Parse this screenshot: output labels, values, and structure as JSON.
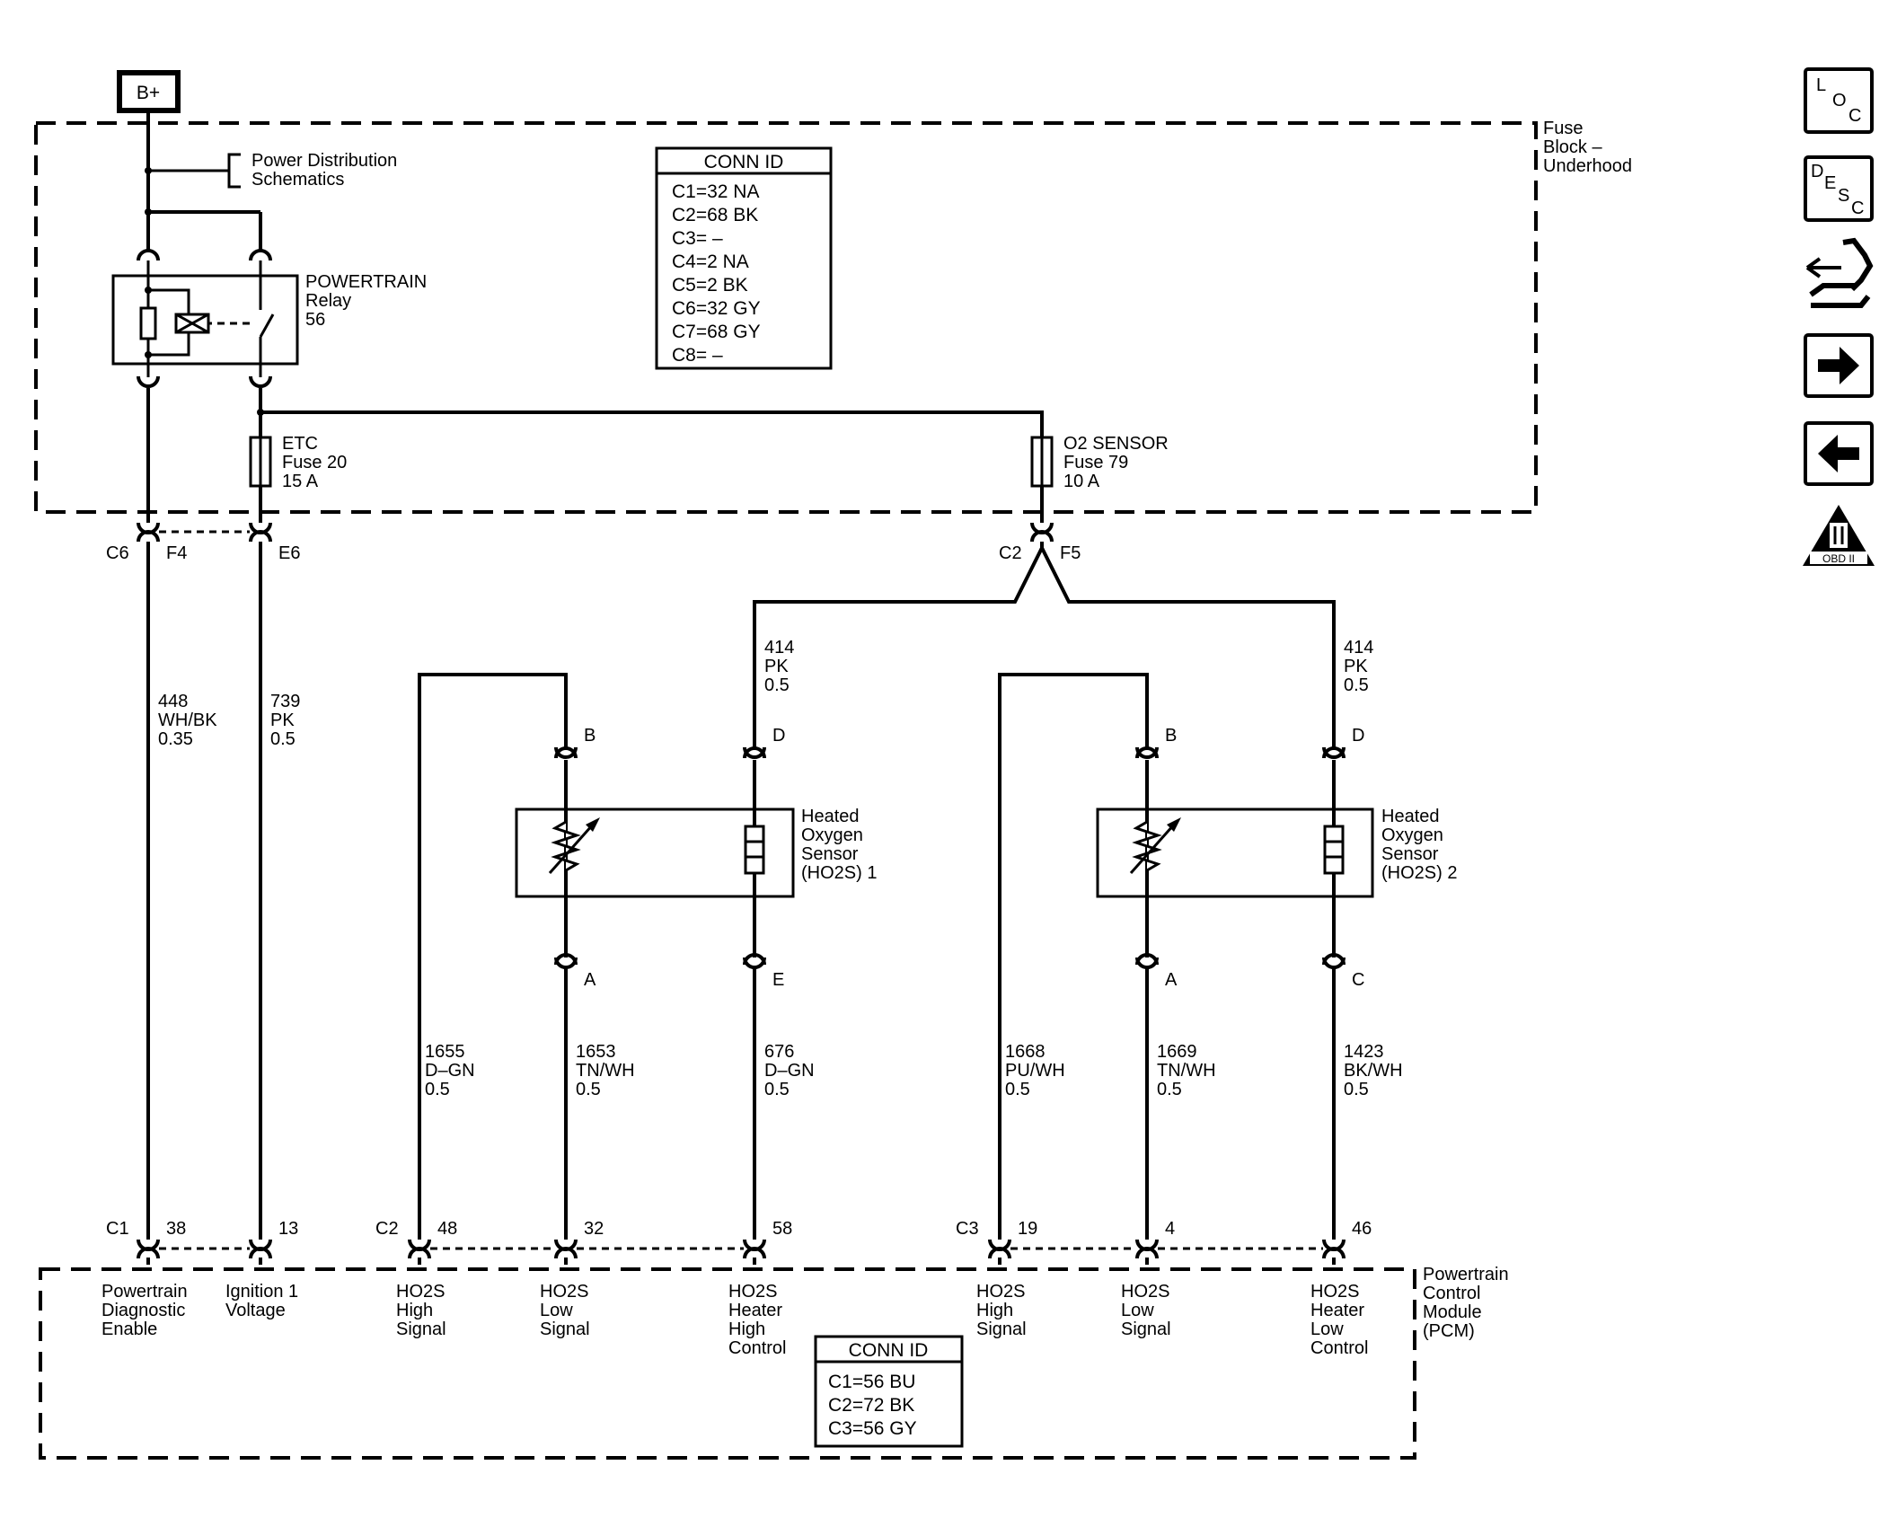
{
  "power": {
    "label": "B+"
  },
  "fuse_block": {
    "name_lines": [
      "Fuse",
      "Block –",
      "Underhood"
    ],
    "power_distribution": [
      "Power Distribution",
      "Schematics"
    ],
    "relay": {
      "lines": [
        "POWERTRAIN",
        "Relay",
        "56"
      ]
    },
    "etc_fuse": {
      "lines": [
        "ETC",
        "Fuse 20",
        "15 A"
      ]
    },
    "o2_fuse": {
      "lines": [
        "O2 SENSOR",
        "Fuse 79",
        "10 A"
      ]
    },
    "conn_id": {
      "title": "CONN ID",
      "rows": [
        "C1=32 NA",
        "C2=68 BK",
        "C3= –",
        "C4=2 NA",
        "C5=2 BK",
        "C6=32 GY",
        "C7=68 GY",
        "C8= –"
      ]
    },
    "connectors": {
      "c6": "C6",
      "f4": "F4",
      "e6": "E6",
      "c2": "C2",
      "f5": "F5"
    }
  },
  "wires": {
    "w448": [
      "448",
      "WH/BK",
      "0.35"
    ],
    "w739": [
      "739",
      "PK",
      "0.5"
    ],
    "w414_left": [
      "414",
      "PK",
      "0.5"
    ],
    "w414_right": [
      "414",
      "PK",
      "0.5"
    ],
    "w1655": [
      "1655",
      "D–GN",
      "0.5"
    ],
    "w1653": [
      "1653",
      "TN/WH",
      "0.5"
    ],
    "w676": [
      "676",
      "D–GN",
      "0.5"
    ],
    "w1668": [
      "1668",
      "PU/WH",
      "0.5"
    ],
    "w1669": [
      "1669",
      "TN/WH",
      "0.5"
    ],
    "w1423": [
      "1423",
      "BK/WH",
      "0.5"
    ]
  },
  "sensor1": {
    "name_lines": [
      "Heated",
      "Oxygen",
      "Sensor",
      "(HO2S) 1"
    ],
    "pins": {
      "b": "B",
      "d": "D",
      "a": "A",
      "e": "E"
    }
  },
  "sensor2": {
    "name_lines": [
      "Heated",
      "Oxygen",
      "Sensor",
      "(HO2S) 2"
    ],
    "pins": {
      "b": "B",
      "d": "D",
      "a": "A",
      "c": "C"
    }
  },
  "pcm": {
    "name_lines": [
      "Powertrain",
      "Control",
      "Module",
      "(PCM)"
    ],
    "connectors": {
      "c1": "C1",
      "c2": "C2",
      "c3": "C3"
    },
    "pins": [
      "38",
      "13",
      "48",
      "32",
      "58",
      "19",
      "4",
      "46"
    ],
    "functions": [
      [
        "Powertrain",
        "Diagnostic",
        "Enable"
      ],
      [
        "Ignition 1",
        "Voltage"
      ],
      [
        "HO2S",
        "High",
        "Signal"
      ],
      [
        "HO2S",
        "Low",
        "Signal"
      ],
      [
        "HO2S",
        "Heater",
        "High",
        "Control"
      ],
      [
        "HO2S",
        "High",
        "Signal"
      ],
      [
        "HO2S",
        "Low",
        "Signal"
      ],
      [
        "HO2S",
        "Heater",
        "Low",
        "Control"
      ]
    ],
    "conn_id": {
      "title": "CONN ID",
      "rows": [
        "C1=56 BU",
        "C2=72 BK",
        "C3=56 GY"
      ]
    }
  },
  "nav": {
    "loc": [
      "L",
      "O",
      "C"
    ],
    "desc": [
      "D",
      "E",
      "S",
      "C"
    ],
    "obd": "OBD II",
    "obd_roman": "II"
  }
}
